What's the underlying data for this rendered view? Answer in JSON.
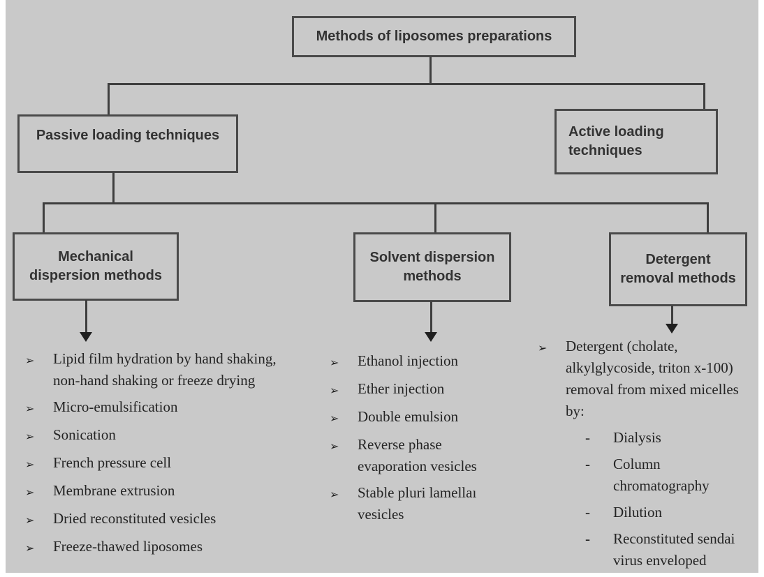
{
  "diagram": {
    "colors": {
      "background": "#c9c9c9",
      "box_border": "#4a4a4a",
      "line": "#3e3e3e",
      "text": "#242424"
    },
    "root": {
      "label": "Methods of liposomes preparations"
    },
    "branches": {
      "passive": {
        "label": "Passive loading techniques"
      },
      "active": {
        "label": "Active loading techniques"
      }
    },
    "methods": {
      "mechanical": {
        "label": "Mechanical dispersion methods"
      },
      "solvent": {
        "label": "Solvent dispersion methods"
      },
      "detergent": {
        "label": "Detergent removal methods"
      }
    },
    "list_marker": "➢",
    "sub_list_marker": "-",
    "mechanical_items": [
      "Lipid film hydration by hand shaking, non-hand shaking or freeze drying",
      "Micro-emulsification",
      "Sonication",
      "French pressure cell",
      "Membrane extrusion",
      "Dried reconstituted vesicles",
      "Freeze-thawed liposomes"
    ],
    "solvent_items": [
      "Ethanol injection",
      "Ether injection",
      "Double emulsion",
      "Reverse phase evaporation vesicles",
      "Stable pluri lamellaı vesicles"
    ],
    "detergent_intro": "Detergent (cholate, alkylglycoside, triton x-100) removal from mixed micelles by:",
    "detergent_sub_items": [
      "Dialysis",
      "Column chromatography",
      "Dilution",
      "Reconstituted sendai virus enveloped"
    ]
  }
}
